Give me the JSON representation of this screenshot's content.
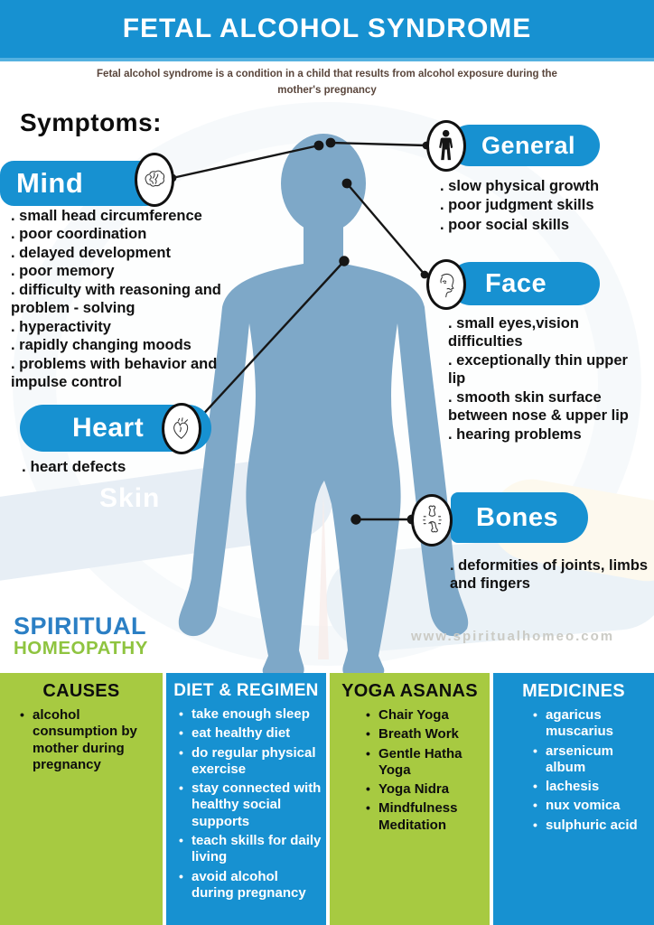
{
  "header": {
    "title": "FETAL ALCOHOL SYNDROME",
    "subtitle": "Fetal alcohol syndrome is a condition in a child that results from alcohol exposure during the mother's pregnancy"
  },
  "symptoms_heading": "Symptoms:",
  "symptom_groups": [
    {
      "id": "mind",
      "label": "Mind",
      "icon": "brain-icon",
      "items": [
        "small head circumference",
        "poor coordination",
        "delayed development",
        "poor memory",
        "difficulty with reasoning and problem - solving",
        "hyperactivity",
        "rapidly changing moods",
        "problems with behavior and impulse control"
      ]
    },
    {
      "id": "general",
      "label": "General",
      "icon": "human-figure-icon",
      "items": [
        "slow physical growth",
        "poor judgment skills",
        "poor social skills"
      ]
    },
    {
      "id": "face",
      "label": "Face",
      "icon": "face-profile-icon",
      "items": [
        "small eyes,vision difficulties",
        "exceptionally thin upper lip",
        "smooth skin surface between nose & upper lip",
        "hearing problems"
      ]
    },
    {
      "id": "heart",
      "label": "Heart",
      "icon": "anatomical-heart-icon",
      "items": [
        "heart defects"
      ]
    },
    {
      "id": "bones",
      "label": "Bones",
      "icon": "bone-joint-icon",
      "items": [
        "deformities of joints, limbs and fingers"
      ]
    }
  ],
  "skin_watermark": "Skin",
  "brand": {
    "line1": "SPIRITUAL",
    "line2": "HOMEOPATHY",
    "website": "www.spiritualhomeo.com"
  },
  "bottom_sections": [
    {
      "title": "CAUSES",
      "theme": "green",
      "items": [
        "alcohol consumption by mother during pregnancy"
      ]
    },
    {
      "title": "DIET & REGIMEN",
      "theme": "blue",
      "items": [
        "take enough sleep",
        "eat healthy diet",
        "do regular physical exercise",
        "stay connected with healthy social supports",
        "teach skills for daily living",
        "avoid alcohol during pregnancy"
      ]
    },
    {
      "title": "YOGA ASANAS",
      "theme": "green",
      "items": [
        "Chair Yoga",
        "Breath Work",
        "Gentle Hatha Yoga",
        "Yoga Nidra",
        "Mindfulness Meditation"
      ]
    },
    {
      "title": "MEDICINES",
      "theme": "blue",
      "items": [
        "agaricus muscarius",
        "arsenicum album",
        "lachesis",
        "nux vomica",
        "sulphuric acid"
      ]
    }
  ],
  "colors": {
    "accent_blue": "#1791d1",
    "accent_green": "#a7ca41",
    "body_silhouette": "#7ea8c8",
    "subtitle_brown": "#5a463c",
    "logo_blue": "#2b7fc4",
    "logo_green": "#8fc440"
  }
}
